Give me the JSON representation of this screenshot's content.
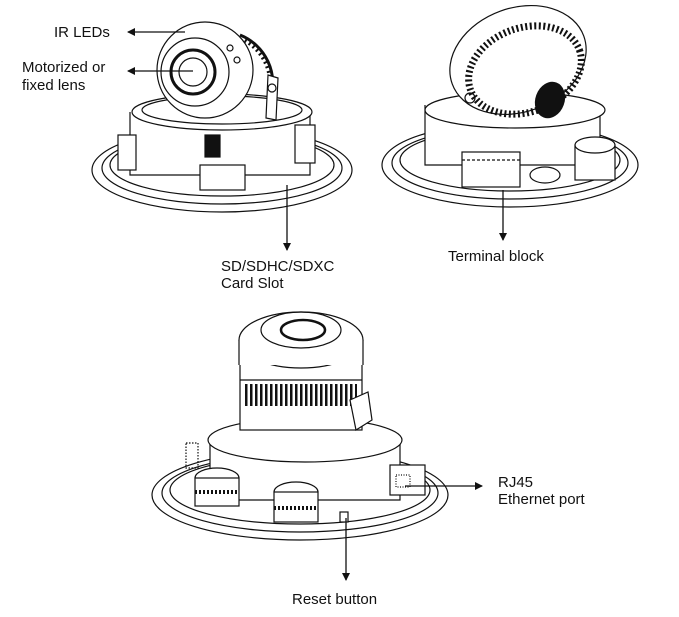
{
  "figures": [
    {
      "id": "front-view",
      "labels": {
        "ir_leds": "IR LEDs",
        "lens_line1": "Motorized or",
        "lens_line2": "fixed lens",
        "sd_line1": "SD/SDHC/SDXC",
        "sd_line2": "Card Slot"
      }
    },
    {
      "id": "rear-view",
      "labels": {
        "terminal_block": "Terminal block"
      }
    },
    {
      "id": "bottom-view",
      "labels": {
        "rj45_line1": "RJ45",
        "rj45_line2": "Ethernet port",
        "reset": "Reset button"
      }
    }
  ]
}
